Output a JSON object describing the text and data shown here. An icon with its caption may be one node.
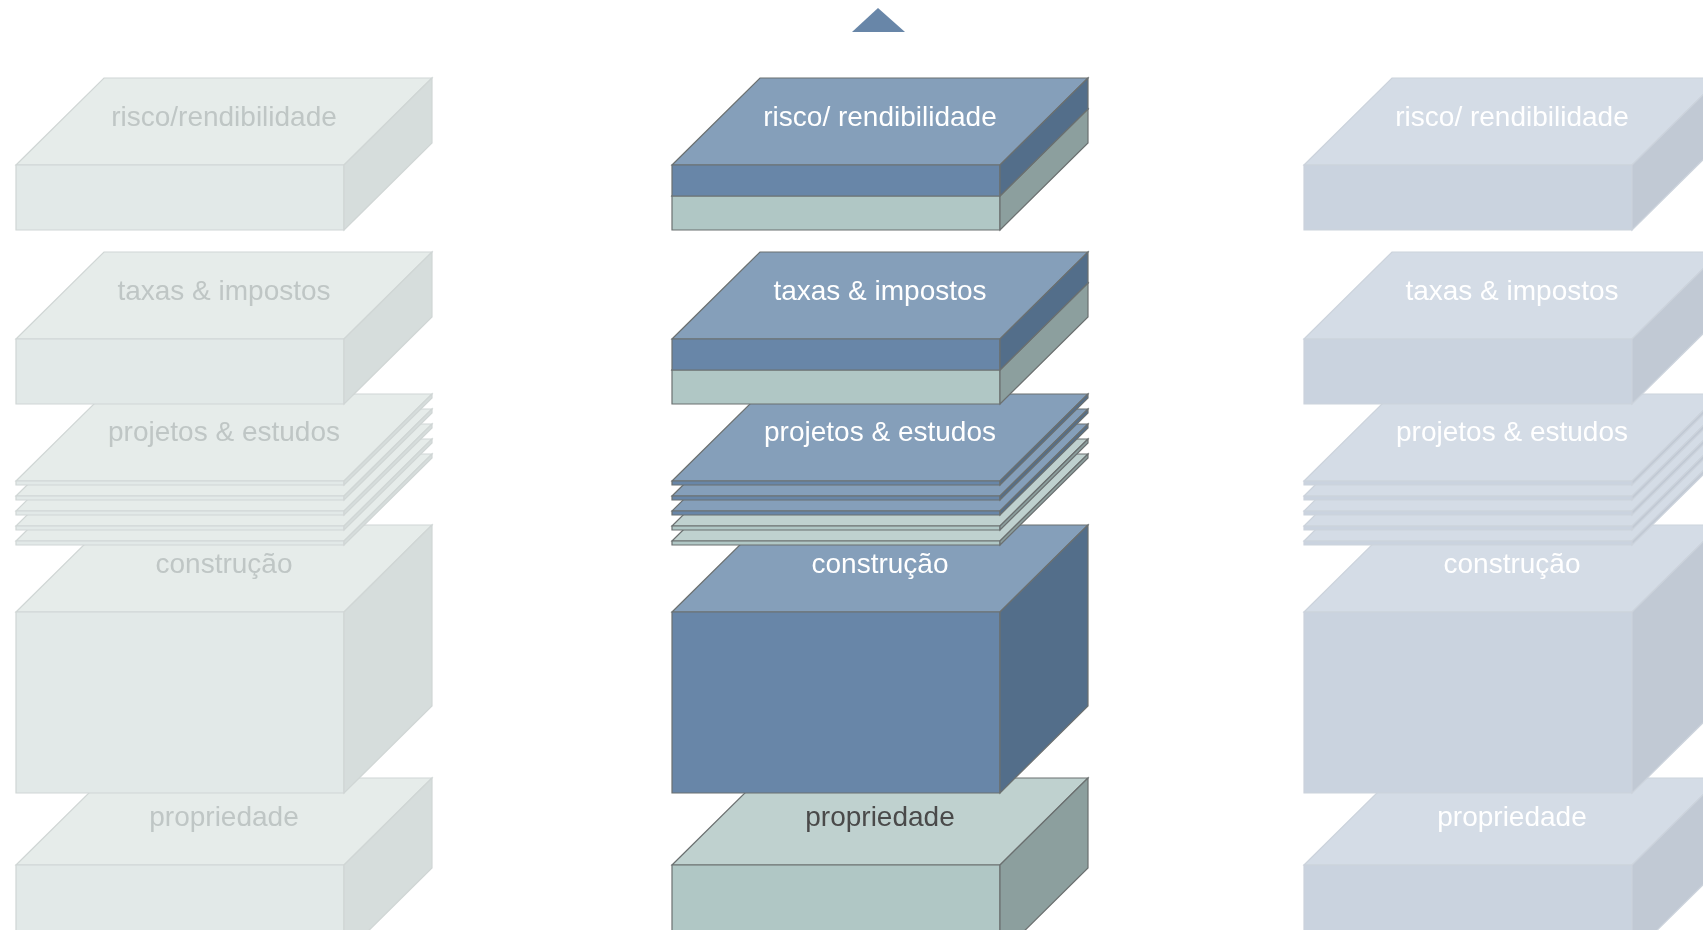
{
  "diagram": {
    "nodes": [
      {
        "text": [
          "risco/rendibilidade"
        ]
      },
      {
        "text": [
          "taxas & impostos"
        ]
      },
      {
        "text": [
          "projetos & estudos"
        ]
      },
      {
        "text": [
          "construção"
        ]
      },
      {
        "text": [
          "propriedade"
        ]
      },
      {
        "text": [
          "risco/ rendibilidade"
        ]
      },
      {
        "text": [
          "taxas & impostos"
        ]
      },
      {
        "text": [
          "projetos & estudos"
        ]
      },
      {
        "text": [
          "construção"
        ]
      },
      {
        "text": [
          "propriedade"
        ]
      },
      {
        "text": [
          "risco/ rendibilidade"
        ]
      },
      {
        "text": [
          "taxas & impostos"
        ]
      },
      {
        "text": [
          "projetos & estudos"
        ]
      },
      {
        "text": [
          "construção"
        ]
      },
      {
        "text": [
          "propriedade"
        ]
      }
    ]
  }
}
